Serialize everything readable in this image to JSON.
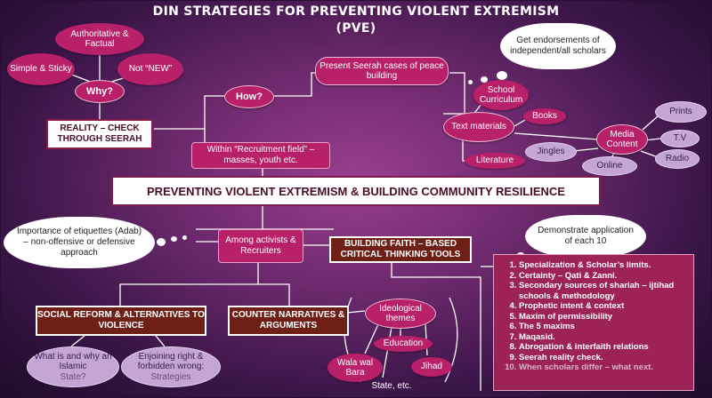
{
  "title": {
    "line1": "DIN STRATEGIES FOR PREVENTING VIOLENT EXTREMISM",
    "line2": "(PVE)"
  },
  "central": "PREVENTING VIOLENT EXTREMISM & BUILDING COMMUNITY RESILIENCE",
  "top_left": {
    "authoritative": "Authoritative & Factual",
    "simple": "Simple & Sticky",
    "not_new": "Not “NEW”",
    "why": "Why?",
    "how": "How?",
    "reality": "REALITY – CHECK THROUGH SEERAH",
    "recruitment": "Within “Recruitment field” – masses, youth etc."
  },
  "top_right": {
    "endorsement": "Get endorsements of independent/all scholars",
    "seerah_cases": "Present Seerah cases of peace building",
    "school": "School Curriculum",
    "text_materials": "Text materials",
    "books": "Books",
    "literature": "Literature",
    "media_content": "Media Content",
    "prints": "Prints",
    "tv": "T.V",
    "radio": "Radio",
    "online": "Online",
    "jingles": "Jingles"
  },
  "bottom_left": {
    "etiquettes": "Importance of etiquettes (Adab) – non-offensive or defensive approach",
    "activists": "Among activists & Recruiters",
    "social_reform": "SOCIAL REFORM & ALTERNATIVES TO VIOLENCE",
    "islamic_state_main": "What is and why an Islamic",
    "islamic_state_dim": "State?",
    "enjoining_main": "Enjoining right & forbidden wrong:",
    "enjoining_dim": "Strategies"
  },
  "bottom_center": {
    "counter": "COUNTER NARRATIVES & ARGUMENTS",
    "ideological": "Ideological themes",
    "education": "Education",
    "wala": "Wala wal Bara",
    "jihad": "Jihad",
    "state_etc": "State, etc."
  },
  "bottom_right": {
    "building_faith": "BUILDING FAITH – BASED CRITICAL THINKING TOOLS",
    "demonstrate": "Demonstrate application of each 10",
    "tools": [
      "Specialization & Scholar’s limits.",
      "Certainty – Qati & Zanni.",
      "Secondary sources of shariah – ijtihad schools & methodology",
      "Prophetic intent & context",
      "Maxim of permissibility",
      "The 5 maxims",
      "Maqasid.",
      "Abrogation & interfaith relations",
      "Seerah reality check.",
      "When scholars differ – what next."
    ]
  }
}
